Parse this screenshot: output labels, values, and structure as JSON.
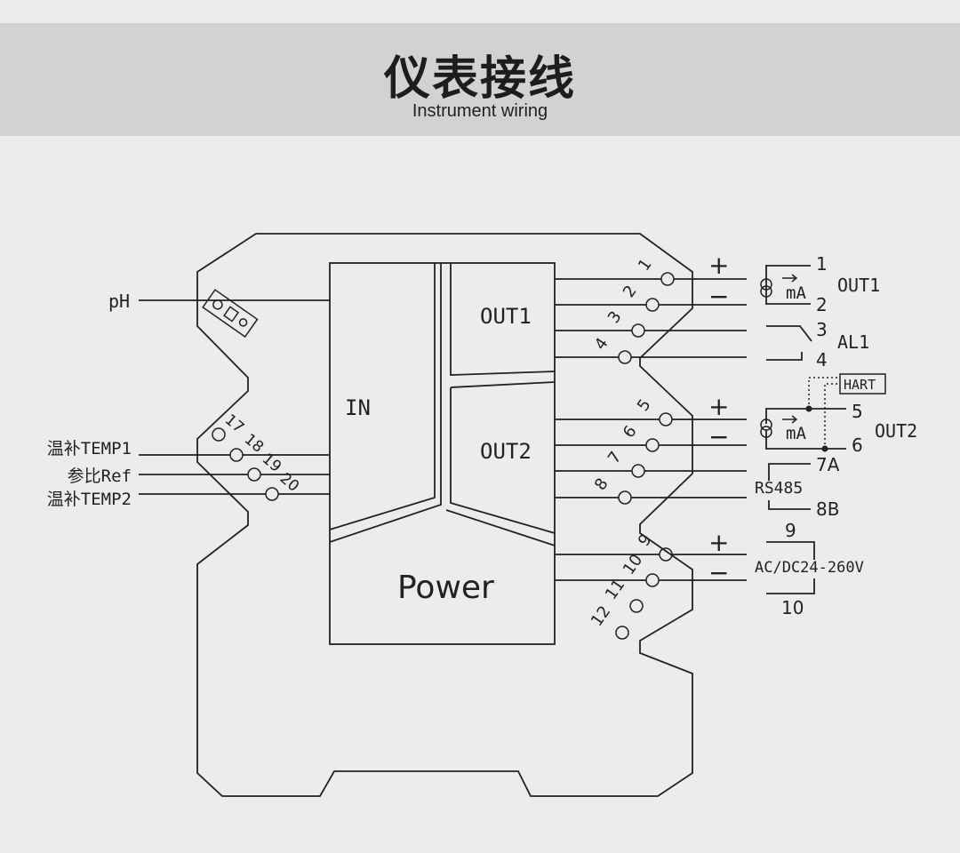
{
  "header": {
    "title": "仪表接线",
    "subtitle": "Instrument wiring"
  },
  "blocks": {
    "in": "IN",
    "out1": "OUT1",
    "out2": "OUT2",
    "power": "Power"
  },
  "inputs": {
    "ph": "pH",
    "temp1": "温补TEMP1",
    "ref": "参比Ref",
    "temp2": "温补TEMP2"
  },
  "left_terminals": [
    "17",
    "18",
    "19",
    "20"
  ],
  "right_terminals": [
    "1",
    "2",
    "3",
    "4",
    "5",
    "6",
    "7",
    "8",
    "9",
    "10",
    "11",
    "12"
  ],
  "polarity": {
    "plus": "+",
    "minus": "−"
  },
  "out1_wiring": {
    "t1": "1",
    "t2": "2",
    "unit": "mA",
    "label": "OUT1",
    "t3": "3",
    "t4": "4",
    "alarm": "AL1"
  },
  "out2_wiring": {
    "hart": "HART",
    "t5": "5",
    "t6": "6",
    "unit": "mA",
    "label": "OUT2",
    "t7": "7A",
    "t8": "8B",
    "rs485": "RS485"
  },
  "power_wiring": {
    "t9": "9",
    "t10": "10",
    "supply": "AC/DC24-260V"
  }
}
